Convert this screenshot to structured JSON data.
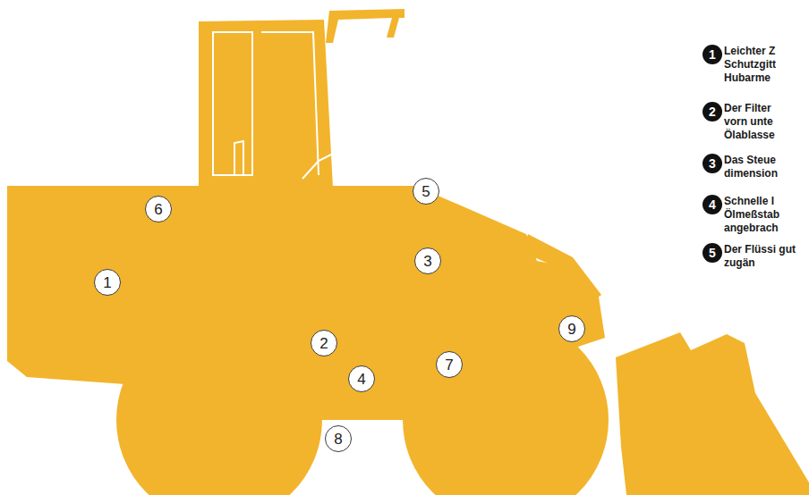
{
  "diagram": {
    "nodes": [
      {
        "text": [
          "1"
        ]
      },
      {
        "text": [
          "2"
        ]
      },
      {
        "text": [
          "3"
        ]
      },
      {
        "text": [
          "4"
        ]
      },
      {
        "text": [
          "5"
        ]
      },
      {
        "text": [
          "6"
        ]
      },
      {
        "text": [
          "7"
        ]
      },
      {
        "text": [
          "8"
        ]
      },
      {
        "text": [
          "9"
        ]
      },
      {
        "text": [
          "1",
          "Leichter Z Schutzgitt Hubarme"
        ]
      },
      {
        "text": [
          "2",
          "Der Filter vorn unte Ölablasse"
        ]
      },
      {
        "text": [
          "3",
          "Das Steue dimension"
        ]
      },
      {
        "text": [
          "4",
          "Schnelle I Ölmeßstab angebrach"
        ]
      },
      {
        "text": [
          "5",
          "Der Flüssi gut zugän"
        ]
      }
    ]
  }
}
